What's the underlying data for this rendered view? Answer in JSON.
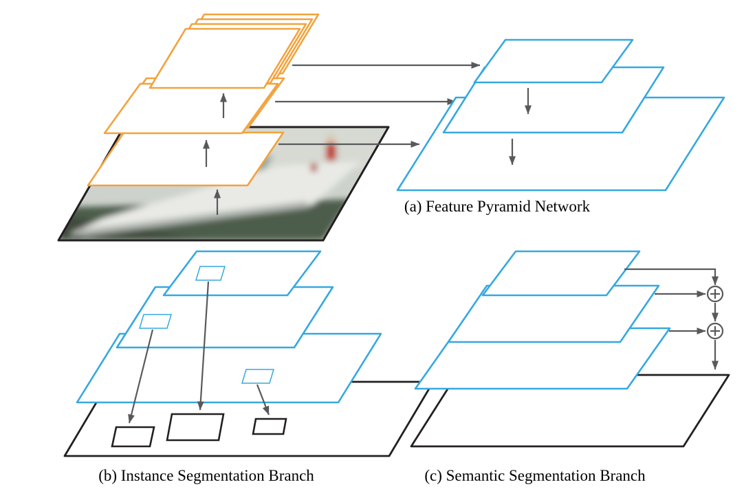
{
  "figure": {
    "panels": [
      {
        "id": "a",
        "caption": "(a) Feature Pyramid Network"
      },
      {
        "id": "b",
        "caption": "(b) Instance Segmentation Branch"
      },
      {
        "id": "c",
        "caption": "(c) Semantic Segmentation Branch"
      }
    ]
  },
  "colors": {
    "orange": "#F2A23C",
    "blue": "#35A8E0",
    "ink": "#231F20",
    "arrow": "#58595B",
    "photo-haze": "#CDD3CC",
    "photo-water": "#4E5D4C",
    "photo-red": "#C03A2B"
  }
}
